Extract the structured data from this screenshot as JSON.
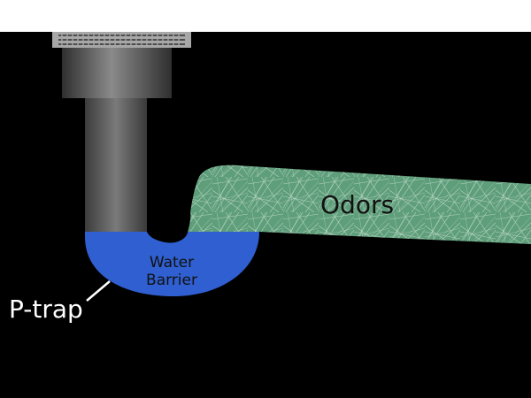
{
  "labels": {
    "odors": "Odors",
    "water_line1": "Water",
    "water_line2": "Barrier",
    "ptrap": "P-trap"
  },
  "colors": {
    "background": "#000000",
    "top_strip": "#ffffff",
    "water": "#2f5fd0",
    "odor_fill": "#5f9e7b",
    "pipe": "#5a5a5a",
    "strainer": "#a7a7a7",
    "label_dark": "#111111",
    "label_light": "#ffffff"
  }
}
